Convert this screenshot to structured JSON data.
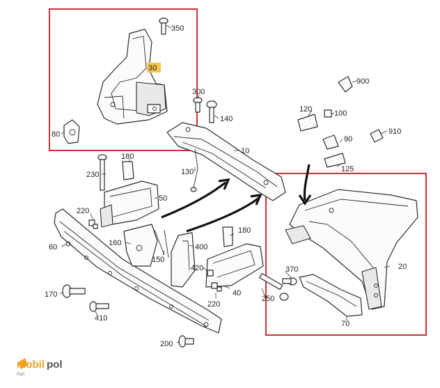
{
  "callouts": {
    "c30": "30",
    "c350": "350",
    "c80": "80",
    "c300": "300",
    "c140": "140",
    "c10": "10",
    "c130": "130",
    "c180a": "180",
    "c230": "230",
    "c50": "50",
    "c220a": "220",
    "c60": "60",
    "c160": "160",
    "c150": "150",
    "c400": "400",
    "c180b": "180",
    "c420": "420",
    "c40": "40",
    "c220b": "220",
    "c170": "170",
    "c410": "410",
    "c200": "200",
    "c900": "900",
    "c120": "120",
    "c100": "100",
    "c90": "90",
    "c910": "910",
    "c125": "125",
    "c370": "370",
    "c250": "250",
    "c20": "20",
    "c70": "70"
  },
  "highlight_color": "#f6c64d",
  "frame_color": "#cf2f36",
  "watermark": {
    "brand_left": "mobil",
    "brand_right": "pol",
    "sub": "Part"
  }
}
